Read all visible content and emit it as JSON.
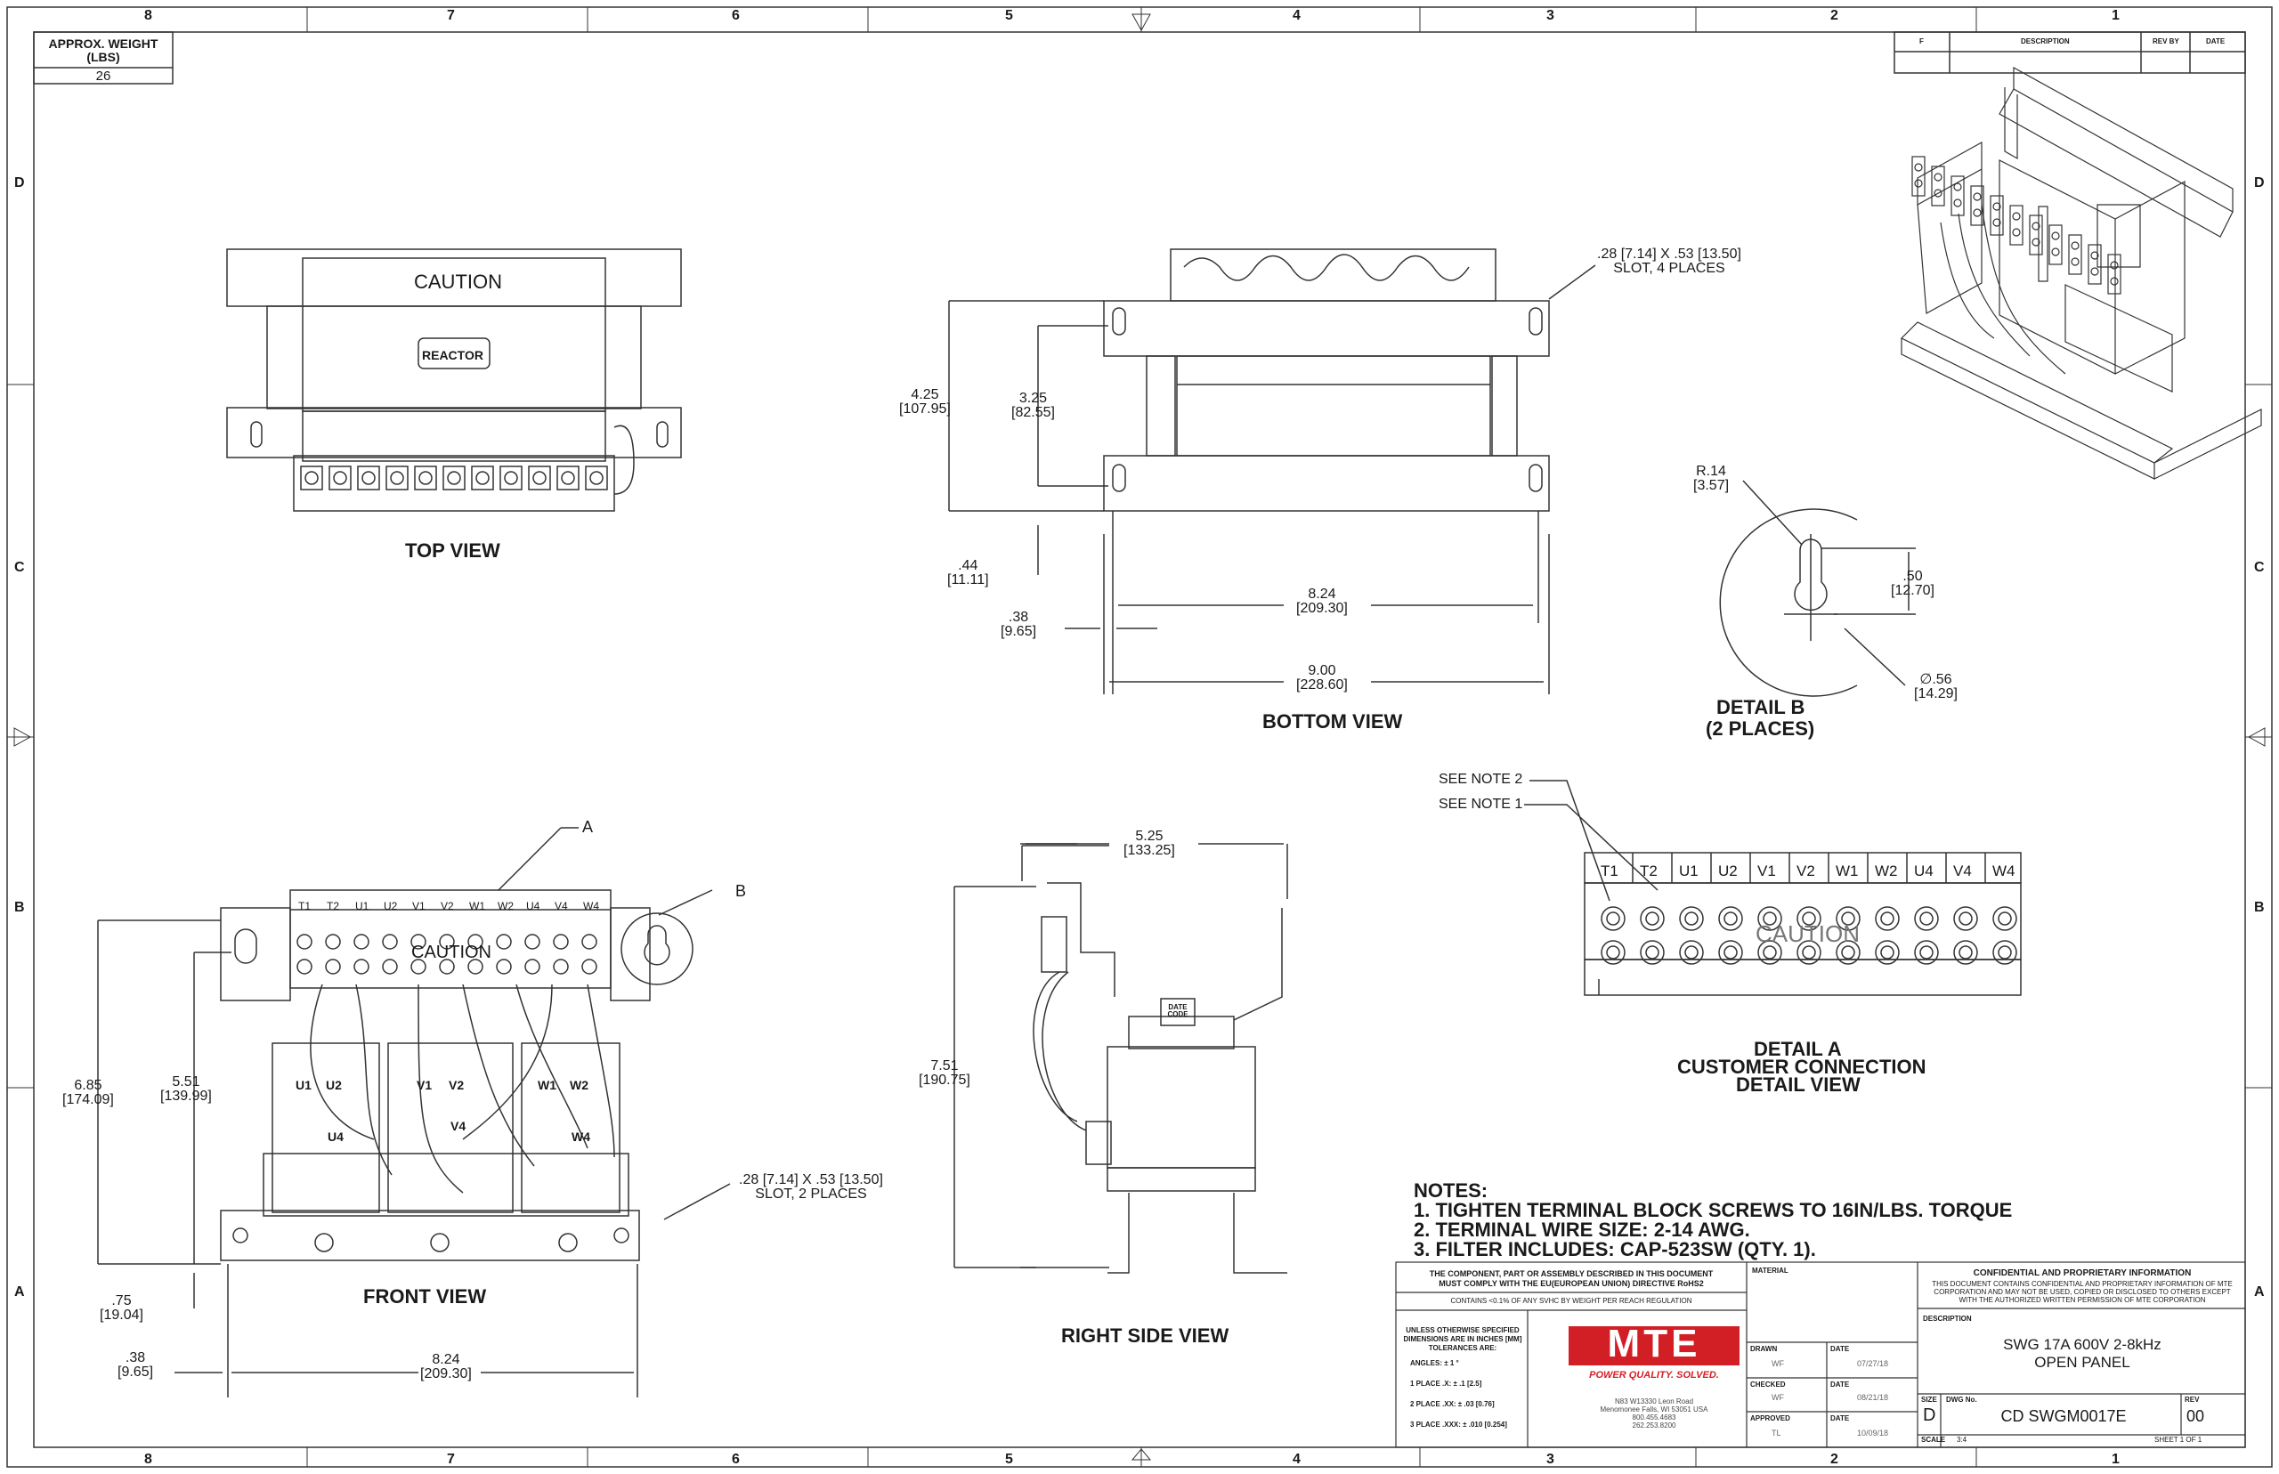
{
  "border": {
    "columns": [
      "8",
      "7",
      "6",
      "5",
      "4",
      "3",
      "2",
      "1"
    ],
    "rows": [
      "D",
      "C",
      "B",
      "A"
    ]
  },
  "weight": {
    "label": "APPROX. WEIGHT (LBS)",
    "value": "26"
  },
  "revision_block": {
    "columns": [
      "F",
      "DESCRIPTION",
      "REV BY",
      "DATE"
    ]
  },
  "views": {
    "top": {
      "title": "TOP VIEW",
      "caution": "CAUTION",
      "reactor": "REACTOR"
    },
    "bottom": {
      "title": "BOTTOM VIEW"
    },
    "detail_b": {
      "title": "DETAIL B",
      "subtitle": "(2 PLACES)"
    },
    "front": {
      "title": "FRONT VIEW",
      "caution": "CAUTION",
      "callout_a": "A",
      "callout_b": "B"
    },
    "right": {
      "title": "RIGHT SIDE VIEW",
      "date_code": "DATE CODE"
    },
    "detail_a": {
      "title1": "DETAIL A",
      "title2": "CUSTOMER CONNECTION",
      "title3": "DETAIL VIEW",
      "caution": "CAUTION",
      "see_note_2": "SEE NOTE 2",
      "see_note_1": "SEE NOTE 1"
    }
  },
  "terminals": [
    "T1",
    "T2",
    "U1",
    "U2",
    "V1",
    "V2",
    "W1",
    "W2",
    "U4",
    "V4",
    "W4"
  ],
  "coil_labels": {
    "u1": "U1",
    "u2": "U2",
    "u4": "U4",
    "v1": "V1",
    "v2": "V2",
    "v4": "V4",
    "w1": "W1",
    "w2": "W2",
    "w4": "W4"
  },
  "dimensions": {
    "bottom_slot": {
      "a": ".28",
      "b": "7.14",
      "c": ".53",
      "d": "13.50",
      "text": "SLOT, 4 PLACES"
    },
    "h425": {
      "in": "4.25",
      "mm": "107.95"
    },
    "h325": {
      "in": "3.25",
      "mm": "82.55"
    },
    "h44": {
      "in": ".44",
      "mm": "11.11"
    },
    "h38b": {
      "in": ".38",
      "mm": "9.65"
    },
    "w824b": {
      "in": "8.24",
      "mm": "209.30"
    },
    "w900": {
      "in": "9.00",
      "mm": "228.60"
    },
    "r14": {
      "in": "R.14",
      "mm": "3.57"
    },
    "d50": {
      "in": ".50",
      "mm": "12.70"
    },
    "dia56": {
      "in": "∅.56",
      "mm": "14.29"
    },
    "h685": {
      "in": "6.85",
      "mm": "174.09"
    },
    "h551": {
      "in": "5.51",
      "mm": "139.99"
    },
    "h75": {
      "in": ".75",
      "mm": "19.04"
    },
    "h38f": {
      "in": ".38",
      "mm": "9.65"
    },
    "w824f": {
      "in": "8.24",
      "mm": "209.30"
    },
    "front_slot": {
      "a": ".28",
      "b": "7.14",
      "c": ".53",
      "d": "13.50",
      "text": "SLOT, 2 PLACES"
    },
    "w525": {
      "in": "5.25",
      "mm": "133.25"
    },
    "h751": {
      "in": "7.51",
      "mm": "190.75"
    }
  },
  "notes": {
    "heading": "NOTES:",
    "items": [
      "1.  TIGHTEN TERMINAL BLOCK SCREWS TO 16IN/LBS. TORQUE",
      "2.  TERMINAL WIRE SIZE: 2-14 AWG.",
      "3.  FILTER INCLUDES: CAP-523SW (QTY. 1)."
    ]
  },
  "title_block": {
    "rohs1": "THE COMPONENT, PART OR ASSEMBLY DESCRIBED IN THIS DOCUMENT",
    "rohs2": "MUST COMPLY WITH THE EU(EUROPEAN UNION) DIRECTIVE RoHS2",
    "reach": "CONTAINS <0.1% OF ANY SVHC BY WEIGHT PER REACH REGULATION",
    "tol1": "UNLESS OTHERWISE SPECIFIED",
    "tol2": "DIMENSIONS ARE IN INCHES [MM]",
    "tol3": "TOLERANCES ARE:",
    "angles": "ANGLES: ± 1 °",
    "p1": "1 PLACE .X: ± .1 [2.5]",
    "p2": "2 PLACE .XX: ± .03 [0.76]",
    "p3": "3 PLACE .XXX: ± .010 [0.254]",
    "material": "MATERIAL",
    "logo_text": "MTE",
    "tagline": "POWER QUALITY. SOLVED.",
    "addr1": "N83 W13330 Leon Road",
    "addr2": "Menomonee Falls, WI 53051 USA",
    "addr3": "800.455.4683",
    "addr4": "262.253.8200",
    "drawn_label": "DRAWN",
    "drawn_by": "WF",
    "drawn_date": "07/27/18",
    "checked_label": "CHECKED",
    "checked_by": "WF",
    "checked_date": "08/21/18",
    "approved_label": "APPROVED",
    "approved_by": "TL",
    "approved_date": "10/09/18",
    "date_label": "DATE",
    "confidential1": "CONFIDENTIAL AND PROPRIETARY INFORMATION",
    "confidential2": "THIS DOCUMENT CONTAINS CONFIDENTIAL AND PROPRIETARY INFORMATION OF MTE",
    "confidential3": "CORPORATION AND MAY NOT BE USED, COPIED OR DISCLOSED TO OTHERS EXCEPT",
    "confidential4": "WITH THE AUTHORIZED WRITTEN PERMISSION OF MTE CORPORATION",
    "description_label": "DESCRIPTION",
    "description1": "SWG 17A 600V 2-8kHz",
    "description2": "OPEN PANEL",
    "size_label": "SIZE",
    "size": "D",
    "dwg_label": "DWG No.",
    "dwg": "CD SWGM0017E",
    "rev_label": "REV",
    "rev": "00",
    "scale_label": "SCALE",
    "scale": "3:4",
    "sheet": "SHEET 1  OF 1"
  }
}
